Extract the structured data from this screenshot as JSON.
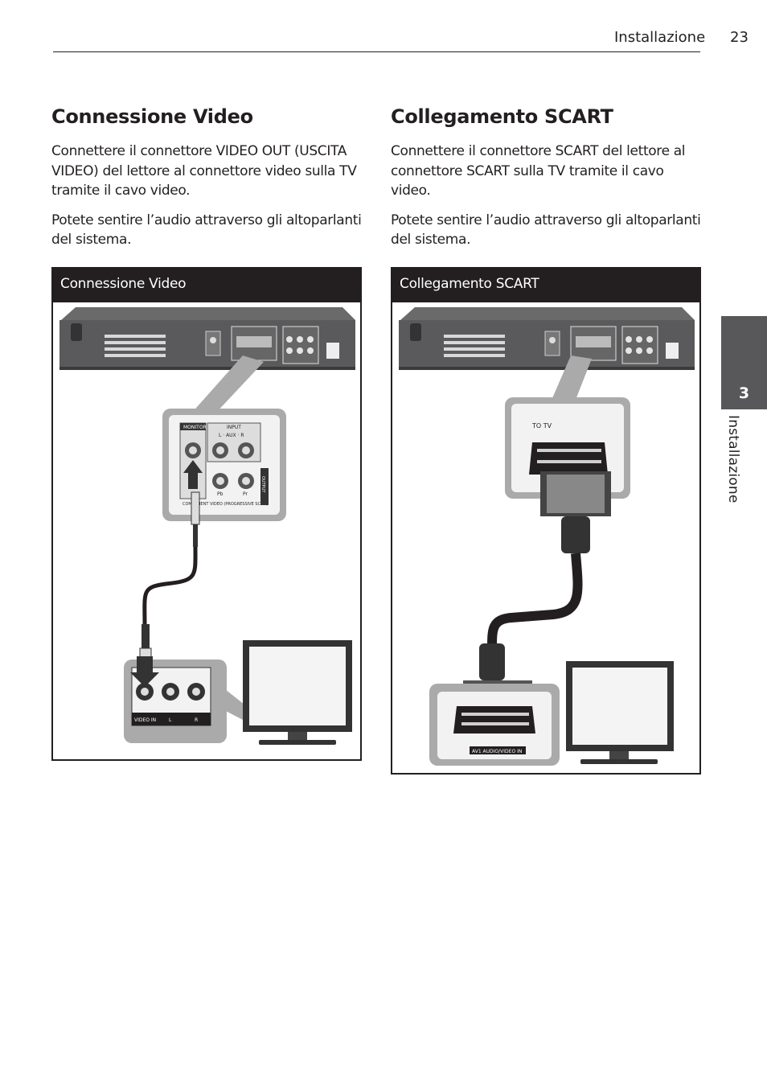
{
  "header": {
    "section": "Installazione",
    "page_number": "23"
  },
  "left": {
    "title": "Connessione Video",
    "paragraphs": [
      "Connettere il connettore VIDEO OUT (USCITA VIDEO) del lettore al connettore video sulla TV tramite il cavo video.",
      "Potete sentire l’audio attraverso gli altoparlanti del sistema."
    ],
    "figure_title": "Connessione Video",
    "labels": {
      "monitor": "MONITOR",
      "input": "INPUT",
      "aux": "L  ·  AUX  ·  R",
      "component": "COMPONENT VIDEO (PROGRESSIVE SCAN)",
      "pb": "Pb",
      "pr": "Pr",
      "output": "OUTPUT",
      "video_in": "VIDEO IN",
      "l": "L",
      "r": "R"
    }
  },
  "right": {
    "title": "Collegamento SCART",
    "paragraphs": [
      "Connettere il connettore SCART del lettore al connettore SCART sulla TV tramite il cavo video.",
      "Potete sentire l’audio attraverso gli altoparlanti del sistema."
    ],
    "figure_title": "Collegamento SCART",
    "labels": {
      "to_tv": "TO TV",
      "av1": "AV1 AUDIO/VIDEO IN"
    }
  },
  "side_tab": {
    "number": "3",
    "label": "Installazione"
  }
}
